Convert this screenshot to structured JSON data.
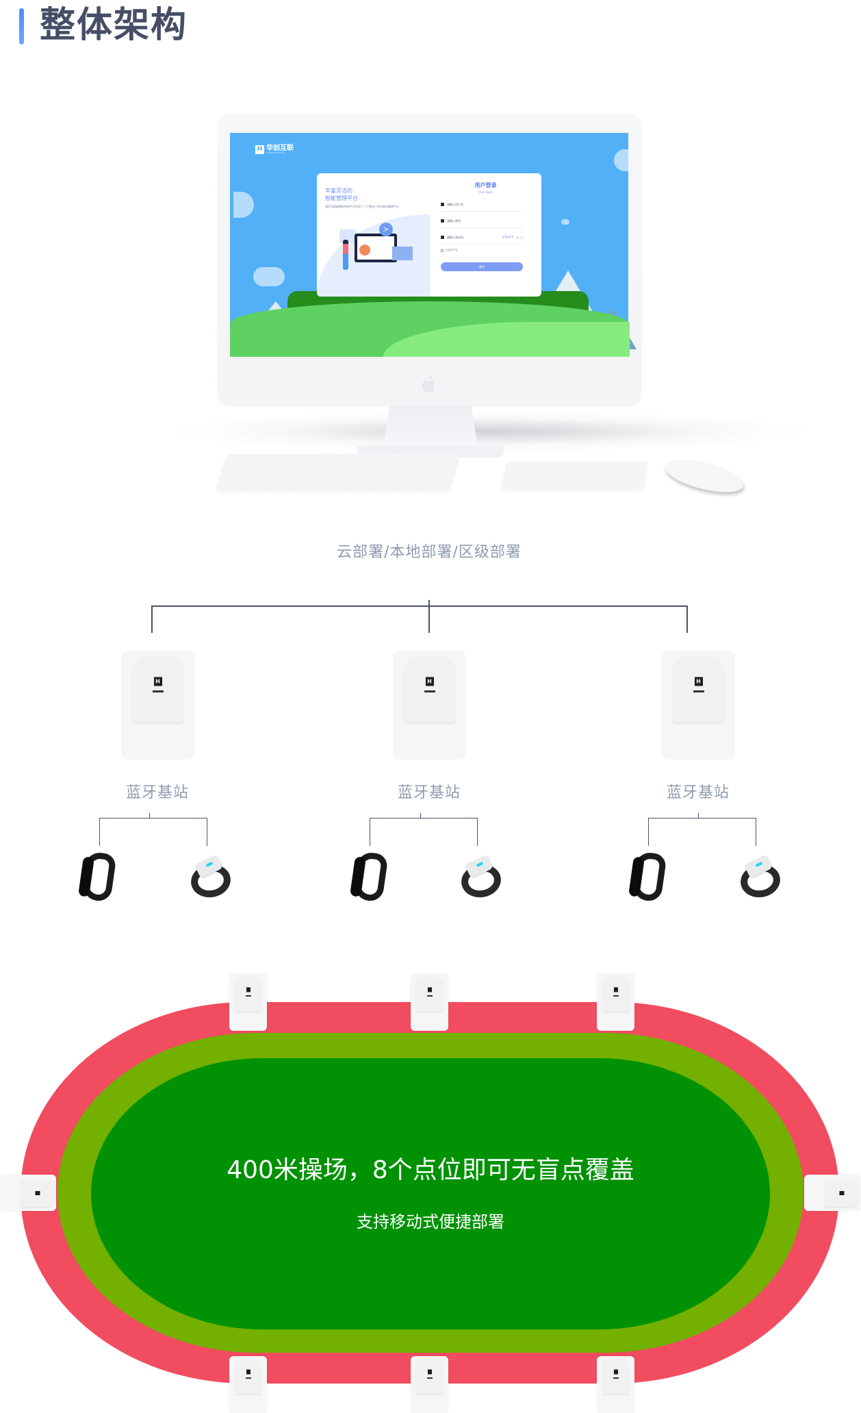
{
  "header": {
    "title": "整体架构",
    "accent_color": "#4d8dff"
  },
  "platform": {
    "device": "desktop-monitor",
    "brand": {
      "mark": "H",
      "name": "华创互联",
      "name_en": "HUACHUANG HULIAN"
    },
    "login": {
      "slogan_line1": "丰富灵活的",
      "slogan_line2": "智能管理平台",
      "description": "我们为智能感知系统平台打造了一个更加人性化易用管理平台",
      "heading": "用户登录",
      "subheading": "User login",
      "username_placeholder": "请输入用户名",
      "password_placeholder": "请输入密码",
      "captcha_placeholder": "请输入验证码",
      "captcha_code": "VRVT",
      "captcha_refresh": "换一张",
      "remember_label": "记住用户名",
      "submit_label": "登录",
      "share_icon": "share-icon"
    }
  },
  "deployment": {
    "label": "云部署/本地部署/区级部署"
  },
  "stations": [
    {
      "label": "蓝牙基站",
      "devices": [
        "smart-band-black",
        "armband-white"
      ]
    },
    {
      "label": "蓝牙基站",
      "devices": [
        "smart-band-black",
        "armband-white"
      ]
    },
    {
      "label": "蓝牙基站",
      "devices": [
        "smart-band-black",
        "armband-white"
      ]
    }
  ],
  "track": {
    "title": "400米操场，8个点位即可无盲点覆盖",
    "subtitle": "支持移动式便捷部署",
    "station_count": 8,
    "colors": {
      "outer_track": "#f14c60",
      "middle_ring": "#73b000",
      "field": "#009104"
    }
  },
  "colors": {
    "label_text": "#8f9bb0",
    "title_text": "#454e66",
    "connector_line": "#4a5266"
  }
}
